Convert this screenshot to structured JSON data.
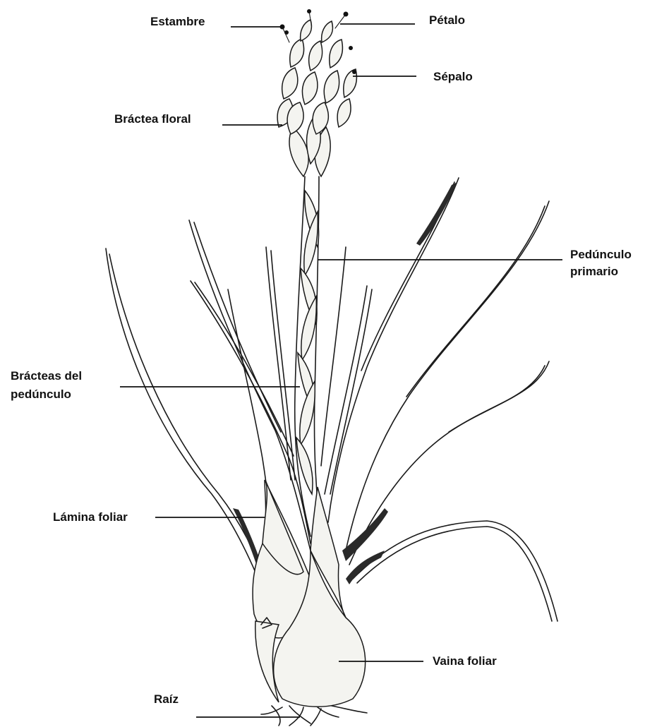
{
  "labels": {
    "estambre": "Estambre",
    "petalo": "Pétalo",
    "sepalo": "Sépalo",
    "bractea_floral": "Bráctea floral",
    "pedunculo_primario_1": "Pedúnculo",
    "pedunculo_primario_2": "primario",
    "bracteas_pedunculo_1": "Brácteas del",
    "bracteas_pedunculo_2": "pedúnculo",
    "lamina_foliar": "Lámina foliar",
    "vaina_foliar": "Vaina foliar",
    "raiz": "Raíz"
  }
}
